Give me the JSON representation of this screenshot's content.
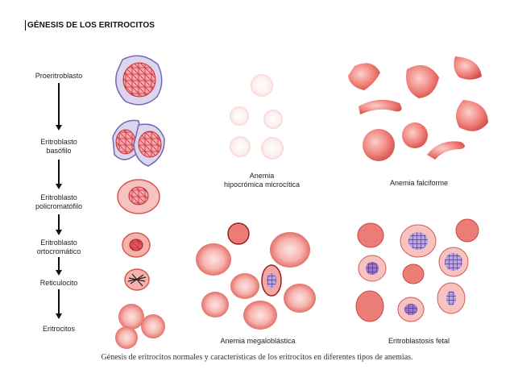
{
  "title": "GÉNESIS DE LOS ERITROCITOS",
  "stages": [
    {
      "line1": "Proeritroblasto",
      "line2": ""
    },
    {
      "line1": "Eritroblasto",
      "line2": "basófilo"
    },
    {
      "line1": "Eritroblasto",
      "line2": "policromatófilo"
    },
    {
      "line1": "Eritroblasto",
      "line2": "ortocromático"
    },
    {
      "line1": "Reticulocito",
      "line2": ""
    },
    {
      "line1": "Eritrocitos",
      "line2": ""
    }
  ],
  "panels": {
    "hypochromic": {
      "line1": "Anemia",
      "line2": "hipocrómica microcítica"
    },
    "sickle": {
      "label": "Anemia falciforme"
    },
    "megaloblastic": {
      "label": "Anemia megaloblástica"
    },
    "fetal": {
      "label": "Eritroblastosis fetal"
    }
  },
  "caption": "Génesis de eritrocitos normales y características de los eritrocitos en diferentes tipos de anemias.",
  "colors": {
    "cell_fill": "#f3a8a4",
    "cell_edge": "#d9564f",
    "nucleus_violet": "#9a77c9",
    "pale_cell": "#fbe7e6"
  }
}
